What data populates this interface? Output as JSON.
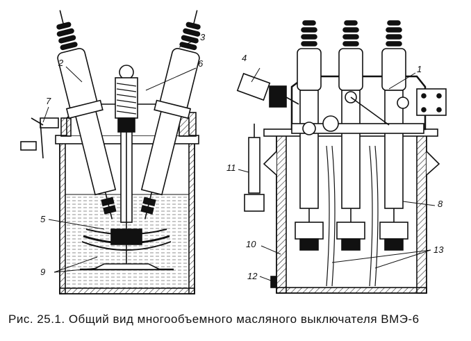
{
  "figure": {
    "caption": "Рис. 25.1. Общий вид многообъемного масляного выключателя ВМЭ-6",
    "labels": [
      "1",
      "2",
      "3",
      "4",
      "5",
      "6",
      "7",
      "8",
      "9",
      "10",
      "11",
      "12",
      "13"
    ]
  }
}
